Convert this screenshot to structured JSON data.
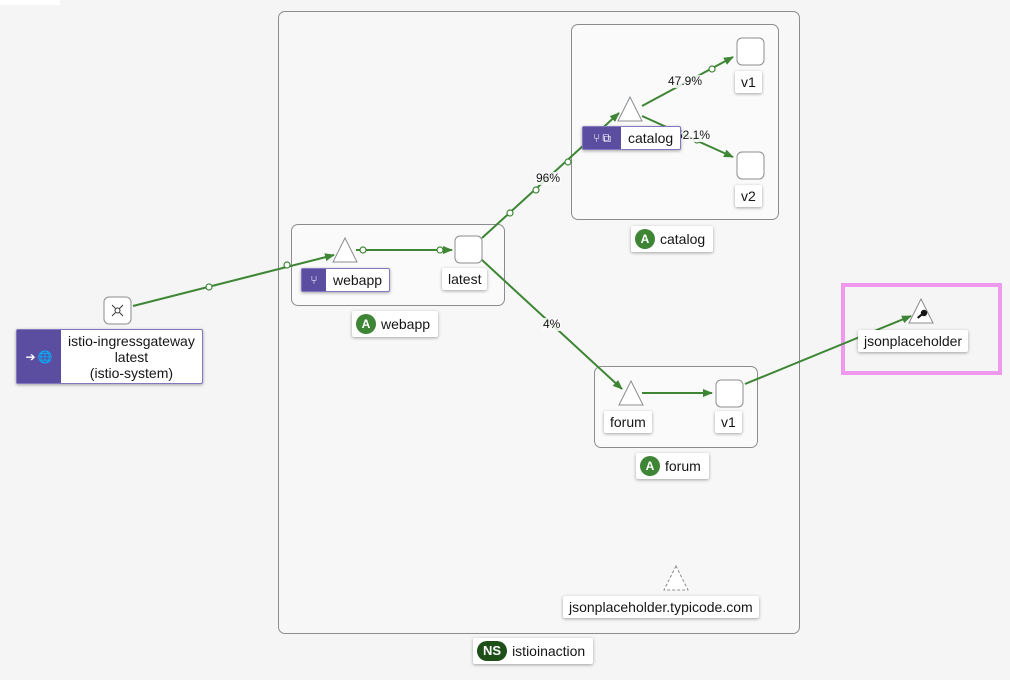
{
  "namespace": {
    "badge": "NS",
    "name": "istioinaction"
  },
  "apps": {
    "webapp": {
      "badge": "A",
      "name": "webapp"
    },
    "catalog": {
      "badge": "A",
      "name": "catalog"
    },
    "forum": {
      "badge": "A",
      "name": "forum"
    }
  },
  "nodes": {
    "ingress": {
      "line1": "istio-ingressgateway",
      "line2": "latest",
      "line3": "(istio-system)"
    },
    "webapp_service": "webapp",
    "webapp_latest": "latest",
    "catalog_service": "catalog",
    "catalog_v1": "v1",
    "catalog_v2": "v2",
    "forum_service": "forum",
    "forum_v1": "v1",
    "jsonplaceholder": "jsonplaceholder",
    "jsonplaceholder_host": "jsonplaceholder.typicode.com"
  },
  "edge_labels": {
    "webapp_to_catalog": "96%",
    "webapp_to_forum": "4%",
    "catalog_to_v1": "47.9%",
    "catalog_to_v2": "52.1%"
  },
  "colors": {
    "edge": "#3e8635",
    "highlight": "#ee99ee",
    "service_badge": "#5b4ea0",
    "app_badge": "#3e8635"
  }
}
